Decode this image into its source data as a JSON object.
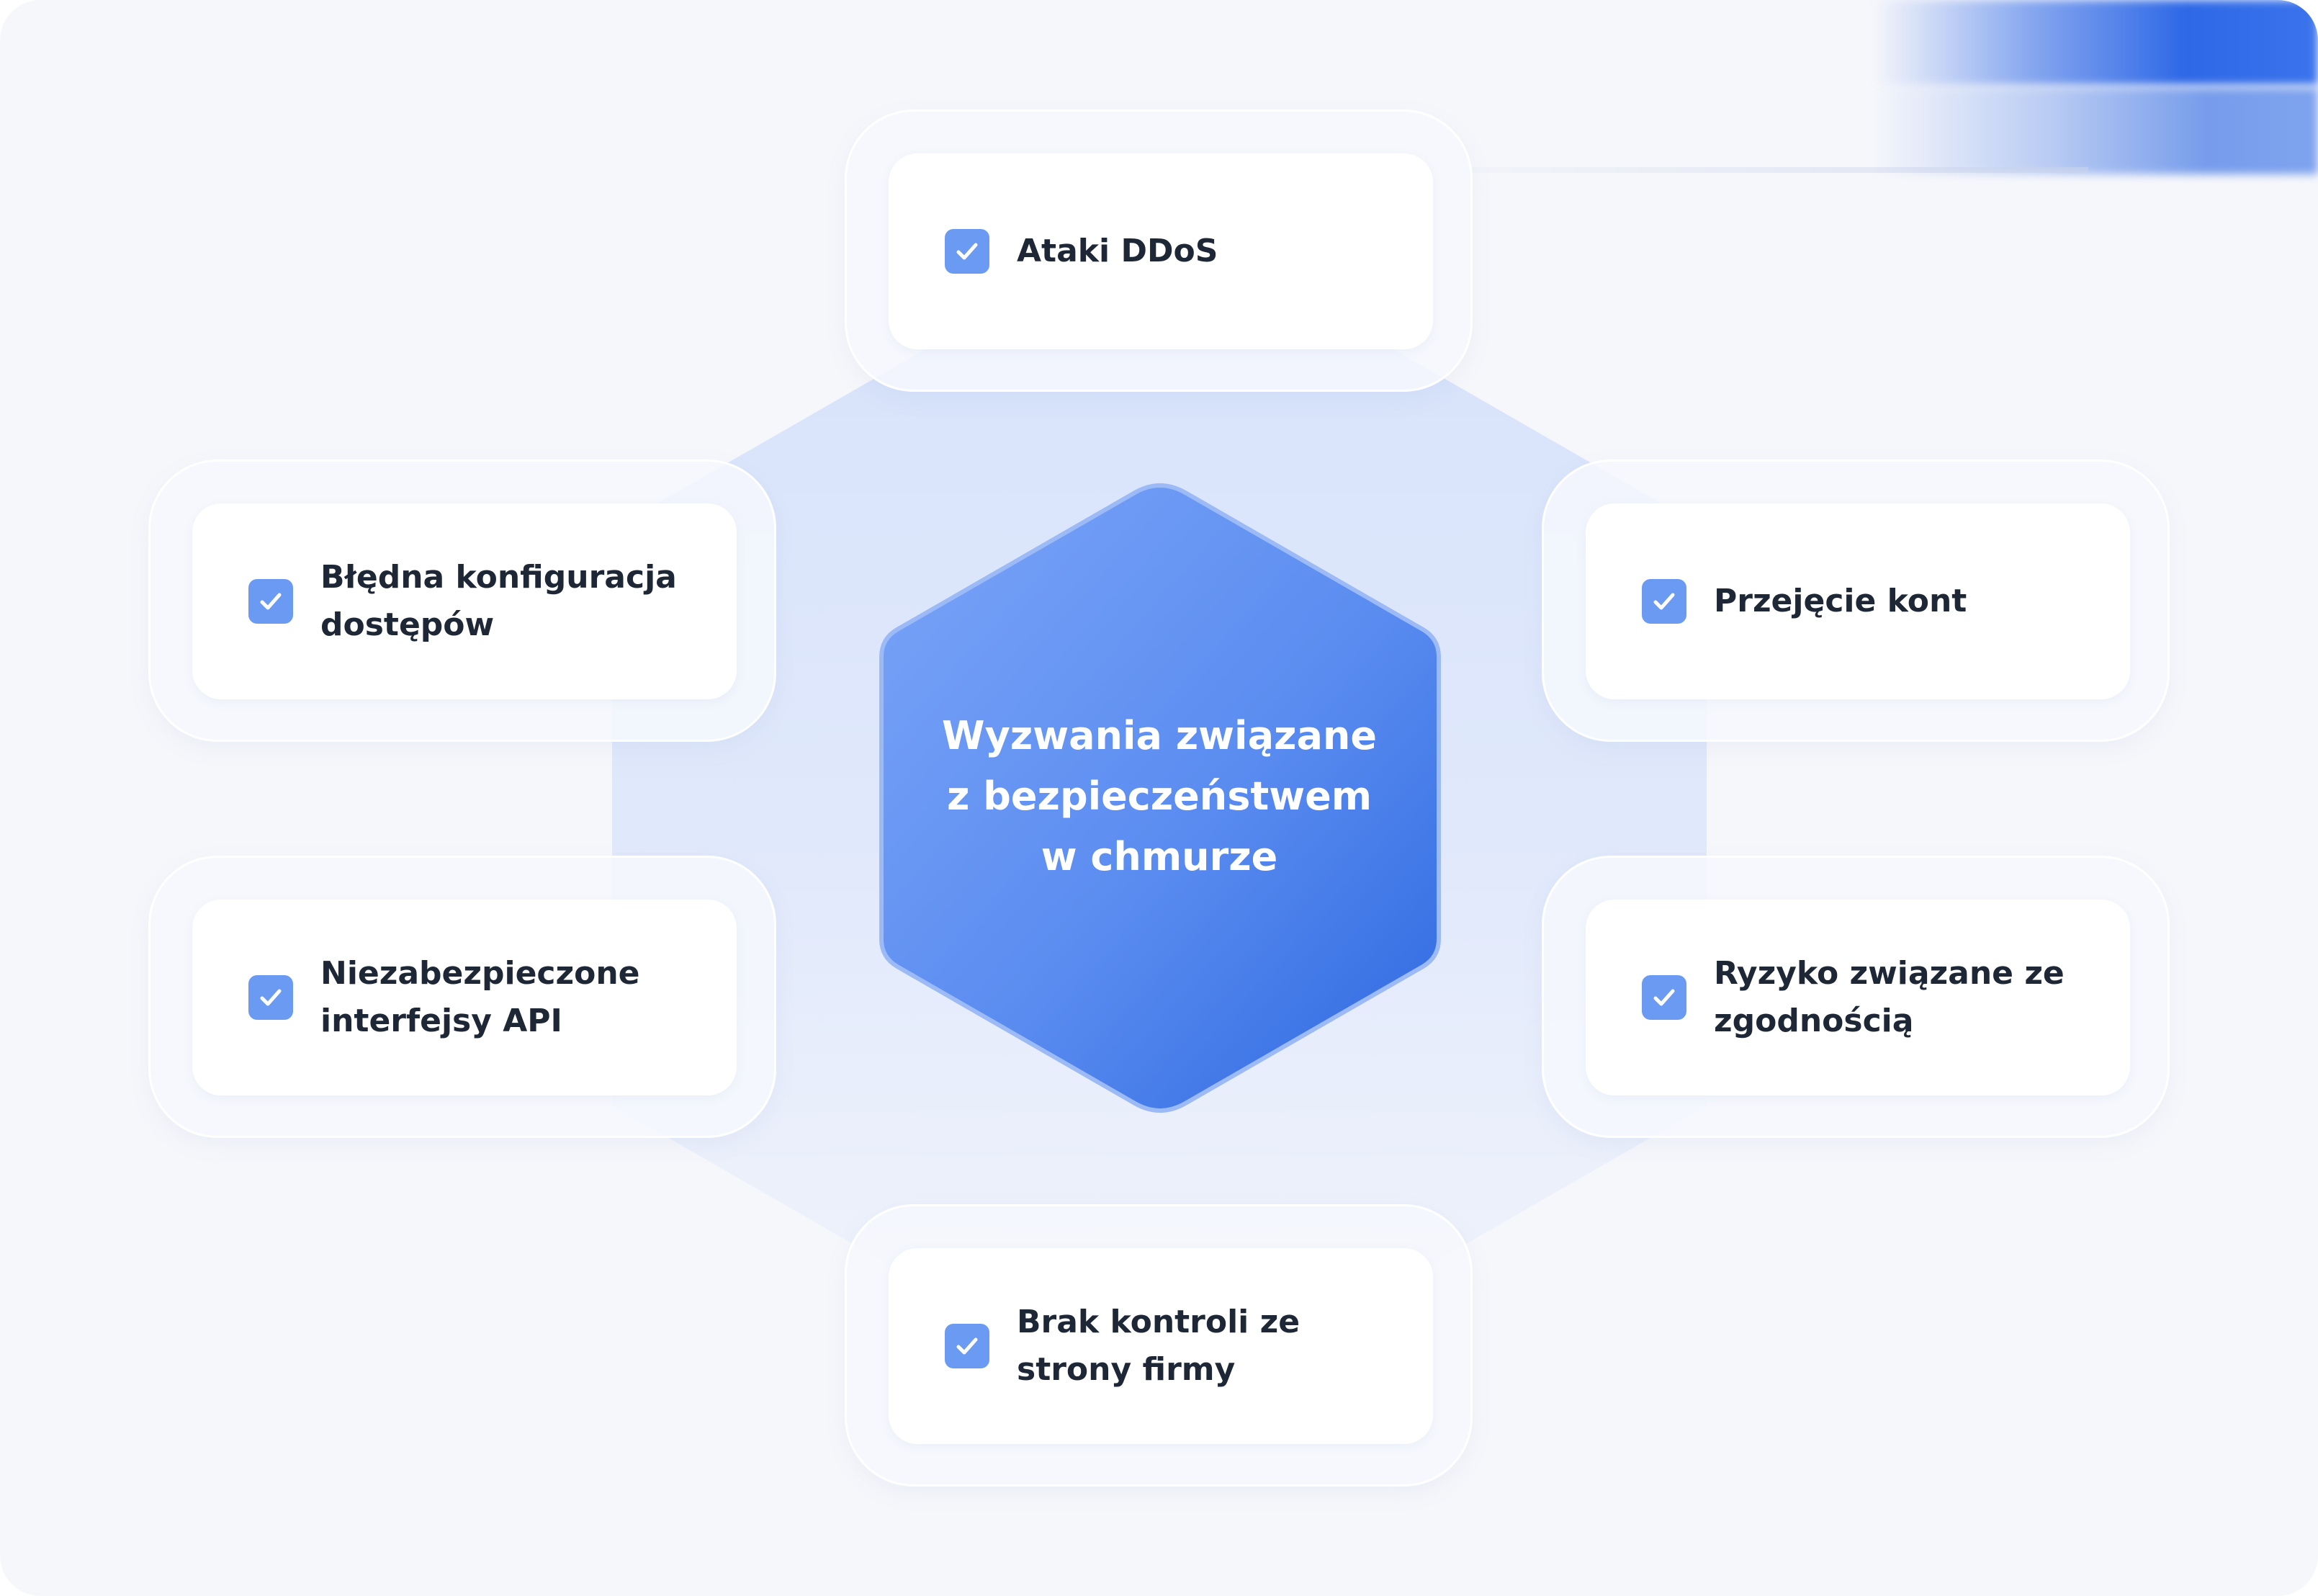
{
  "diagram": {
    "center_title_lines": [
      "Wyzwania związane",
      "z bezpieczeństwem",
      "w chmurze"
    ],
    "items": [
      {
        "id": "ddos",
        "lines": [
          "Ataki DDoS"
        ],
        "icon": "checkbox-checked-icon"
      },
      {
        "id": "misconfig",
        "lines": [
          "Błędna konfiguracja",
          "dostępów"
        ],
        "icon": "checkbox-checked-icon"
      },
      {
        "id": "account-takeover",
        "lines": [
          "Przejęcie kont"
        ],
        "icon": "checkbox-checked-icon"
      },
      {
        "id": "insecure-api",
        "lines": [
          "Niezabezpieczone",
          "interfejsy API"
        ],
        "icon": "checkbox-checked-icon"
      },
      {
        "id": "compliance",
        "lines": [
          "Ryzyko związane ze",
          "zgodnością"
        ],
        "icon": "checkbox-checked-icon"
      },
      {
        "id": "no-control",
        "lines": [
          "Brak kontroli ze",
          "strony firmy"
        ],
        "icon": "checkbox-checked-icon"
      }
    ]
  },
  "colors": {
    "background": "#f6f7fb",
    "accent": "#3a73ec",
    "hex_light": "#7ba4f7",
    "hex_dark": "#2f6ae2",
    "checkbox": "#6a9af2",
    "text": "#1e2735"
  }
}
